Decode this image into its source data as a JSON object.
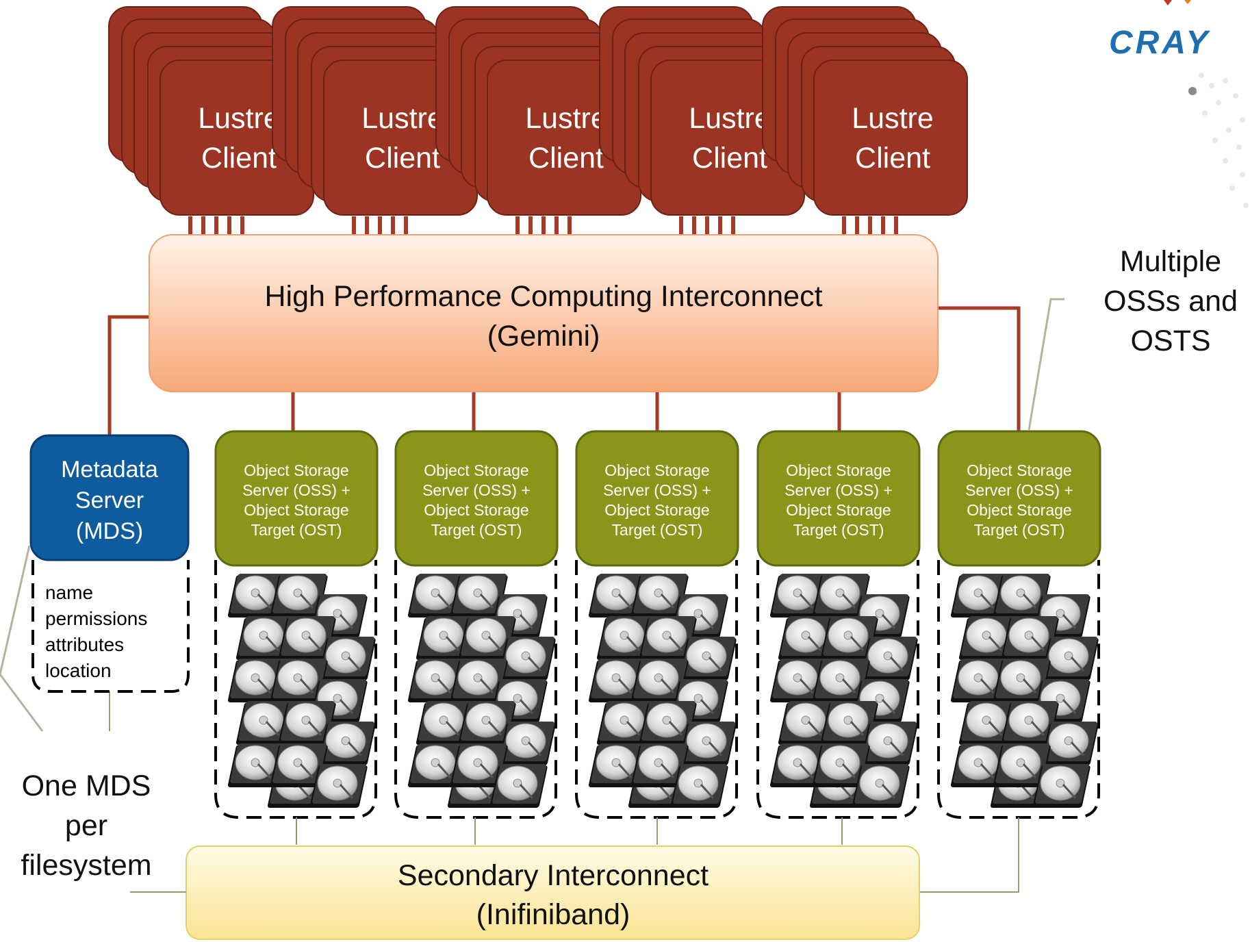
{
  "logo": {
    "text": "CRAY"
  },
  "clients": [
    {
      "line1": "Lustre",
      "line2": "Client"
    },
    {
      "line1": "Lustre",
      "line2": "Client"
    },
    {
      "line1": "Lustre",
      "line2": "Client"
    },
    {
      "line1": "Lustre",
      "line2": "Client"
    },
    {
      "line1": "Lustre",
      "line2": "Client"
    }
  ],
  "hpc_interconnect": {
    "line1": "High Performance Computing Interconnect",
    "line2": "(Gemini)"
  },
  "metadata_server": {
    "line1": "Metadata",
    "line2": "Server",
    "line3": "(MDS)",
    "attributes": [
      "name",
      "permissions",
      "attributes",
      "location"
    ]
  },
  "oss_nodes": [
    {
      "lines": [
        "Object Storage",
        "Server (OSS) +",
        "Object Storage",
        "Target (OST)"
      ]
    },
    {
      "lines": [
        "Object Storage",
        "Server (OSS) +",
        "Object Storage",
        "Target (OST)"
      ]
    },
    {
      "lines": [
        "Object Storage",
        "Server (OSS) +",
        "Object Storage",
        "Target (OST)"
      ]
    },
    {
      "lines": [
        "Object Storage",
        "Server (OSS) +",
        "Object Storage",
        "Target (OST)"
      ]
    },
    {
      "lines": [
        "Object Storage",
        "Server (OSS) +",
        "Object Storage",
        "Target (OST)"
      ]
    }
  ],
  "secondary_interconnect": {
    "line1": "Secondary Interconnect",
    "line2": "(Inifiniband)"
  },
  "callout_right": {
    "lines": [
      "Multiple",
      "OSSs and",
      "OSTS"
    ]
  },
  "callout_left": {
    "lines": [
      "One MDS",
      "per",
      "filesystem"
    ]
  },
  "colors": {
    "client_fill": "#9c3424",
    "hpc_fill_top": "#fff0e6",
    "hpc_fill_bottom": "#f9ab7d",
    "mds_fill": "#0e5b9e",
    "oss_fill": "#8b951a",
    "secondary_fill": "#fdf0b8",
    "link_red": "#a63a24",
    "link_olive": "#9c9a6c"
  }
}
